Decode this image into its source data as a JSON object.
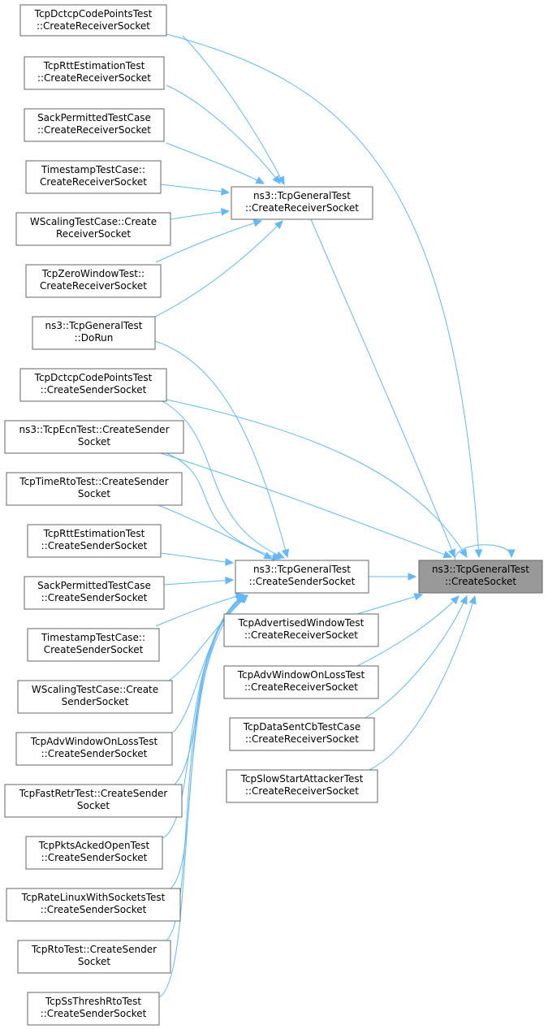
{
  "graph": {
    "nodes": [
      {
        "id": "gen_create_socket",
        "lines": [
          "ns3::TcpGeneralTest",
          "::CreateSocket"
        ],
        "focus": true
      },
      {
        "id": "gen_create_receiver",
        "lines": [
          "ns3::TcpGeneralTest",
          "::CreateReceiverSocket"
        ]
      },
      {
        "id": "gen_create_sender",
        "lines": [
          "ns3::TcpGeneralTest",
          "::CreateSenderSocket"
        ]
      },
      {
        "id": "gen_dorun",
        "lines": [
          "ns3::TcpGeneralTest",
          "::DoRun"
        ]
      },
      {
        "id": "dctcp_receiver",
        "lines": [
          "TcpDctcpCodePointsTest",
          "::CreateReceiverSocket"
        ]
      },
      {
        "id": "rtt_receiver",
        "lines": [
          "TcpRttEstimationTest",
          "::CreateReceiverSocket"
        ]
      },
      {
        "id": "sack_receiver",
        "lines": [
          "SackPermittedTestCase",
          "::CreateReceiverSocket"
        ]
      },
      {
        "id": "ts_receiver",
        "lines": [
          "TimestampTestCase::",
          "CreateReceiverSocket"
        ]
      },
      {
        "id": "wscale_receiver",
        "lines": [
          "WScalingTestCase::Create",
          "ReceiverSocket"
        ]
      },
      {
        "id": "zerowin_receiver",
        "lines": [
          "TcpZeroWindowTest::",
          "CreateReceiverSocket"
        ]
      },
      {
        "id": "dctcp_sender",
        "lines": [
          "TcpDctcpCodePointsTest",
          "::CreateSenderSocket"
        ]
      },
      {
        "id": "ecn_sender",
        "lines": [
          "ns3::TcpEcnTest::CreateSender",
          "Socket"
        ]
      },
      {
        "id": "timerto_sender",
        "lines": [
          "TcpTimeRtoTest::CreateSender",
          "Socket"
        ]
      },
      {
        "id": "rtt_sender",
        "lines": [
          "TcpRttEstimationTest",
          "::CreateSenderSocket"
        ]
      },
      {
        "id": "sack_sender",
        "lines": [
          "SackPermittedTestCase",
          "::CreateSenderSocket"
        ]
      },
      {
        "id": "ts_sender",
        "lines": [
          "TimestampTestCase::",
          "CreateSenderSocket"
        ]
      },
      {
        "id": "wscale_sender",
        "lines": [
          "WScalingTestCase::Create",
          "SenderSocket"
        ]
      },
      {
        "id": "advwinloss_sender",
        "lines": [
          "TcpAdvWindowOnLossTest",
          "::CreateSenderSocket"
        ]
      },
      {
        "id": "fastretr_sender",
        "lines": [
          "TcpFastRetrTest::CreateSender",
          "Socket"
        ]
      },
      {
        "id": "pktsacked_sender",
        "lines": [
          "TcpPktsAckedOpenTest",
          "::CreateSenderSocket"
        ]
      },
      {
        "id": "ratelinux_sender",
        "lines": [
          "TcpRateLinuxWithSocketsTest",
          "::CreateSenderSocket"
        ]
      },
      {
        "id": "rto_sender",
        "lines": [
          "TcpRtoTest::CreateSender",
          "Socket"
        ]
      },
      {
        "id": "ssthresh_sender",
        "lines": [
          "TcpSsThreshRtoTest",
          "::CreateSenderSocket"
        ]
      },
      {
        "id": "advwin_receiver",
        "lines": [
          "TcpAdvertisedWindowTest",
          "::CreateReceiverSocket"
        ]
      },
      {
        "id": "advwinloss_receiver",
        "lines": [
          "TcpAdvWindowOnLossTest",
          "::CreateReceiverSocket"
        ]
      },
      {
        "id": "datasent_receiver",
        "lines": [
          "TcpDataSentCbTestCase",
          "::CreateReceiverSocket"
        ]
      },
      {
        "id": "slowstart_receiver",
        "lines": [
          "TcpSlowStartAttackerTest",
          "::CreateReceiverSocket"
        ]
      }
    ],
    "edges": [
      {
        "from": "dctcp_receiver",
        "to": "gen_create_receiver"
      },
      {
        "from": "rtt_receiver",
        "to": "gen_create_receiver"
      },
      {
        "from": "sack_receiver",
        "to": "gen_create_receiver"
      },
      {
        "from": "ts_receiver",
        "to": "gen_create_receiver"
      },
      {
        "from": "wscale_receiver",
        "to": "gen_create_receiver"
      },
      {
        "from": "zerowin_receiver",
        "to": "gen_create_receiver"
      },
      {
        "from": "gen_dorun",
        "to": "gen_create_receiver"
      },
      {
        "from": "dctcp_receiver",
        "to": "gen_create_socket"
      },
      {
        "from": "gen_create_receiver",
        "to": "gen_create_socket"
      },
      {
        "from": "gen_create_socket",
        "to": "gen_create_socket"
      },
      {
        "from": "dctcp_sender",
        "to": "gen_create_socket"
      },
      {
        "from": "ecn_sender",
        "to": "gen_create_socket"
      },
      {
        "from": "gen_create_sender",
        "to": "gen_create_socket"
      },
      {
        "from": "advwin_receiver",
        "to": "gen_create_socket"
      },
      {
        "from": "advwinloss_receiver",
        "to": "gen_create_socket"
      },
      {
        "from": "datasent_receiver",
        "to": "gen_create_socket"
      },
      {
        "from": "slowstart_receiver",
        "to": "gen_create_socket"
      },
      {
        "from": "gen_dorun",
        "to": "gen_create_sender"
      },
      {
        "from": "dctcp_sender",
        "to": "gen_create_sender"
      },
      {
        "from": "ecn_sender",
        "to": "gen_create_sender"
      },
      {
        "from": "timerto_sender",
        "to": "gen_create_sender"
      },
      {
        "from": "rtt_sender",
        "to": "gen_create_sender"
      },
      {
        "from": "sack_sender",
        "to": "gen_create_sender"
      },
      {
        "from": "ts_sender",
        "to": "gen_create_sender"
      },
      {
        "from": "wscale_sender",
        "to": "gen_create_sender"
      },
      {
        "from": "advwinloss_sender",
        "to": "gen_create_sender"
      },
      {
        "from": "fastretr_sender",
        "to": "gen_create_sender"
      },
      {
        "from": "pktsacked_sender",
        "to": "gen_create_sender"
      },
      {
        "from": "ratelinux_sender",
        "to": "gen_create_sender"
      },
      {
        "from": "rto_sender",
        "to": "gen_create_sender"
      },
      {
        "from": "ssthresh_sender",
        "to": "gen_create_sender"
      }
    ],
    "colors": {
      "edge": "#63b8ff",
      "node_border": "#666666",
      "focus_fill": "#999999",
      "node_fill": "#ffffff"
    }
  }
}
